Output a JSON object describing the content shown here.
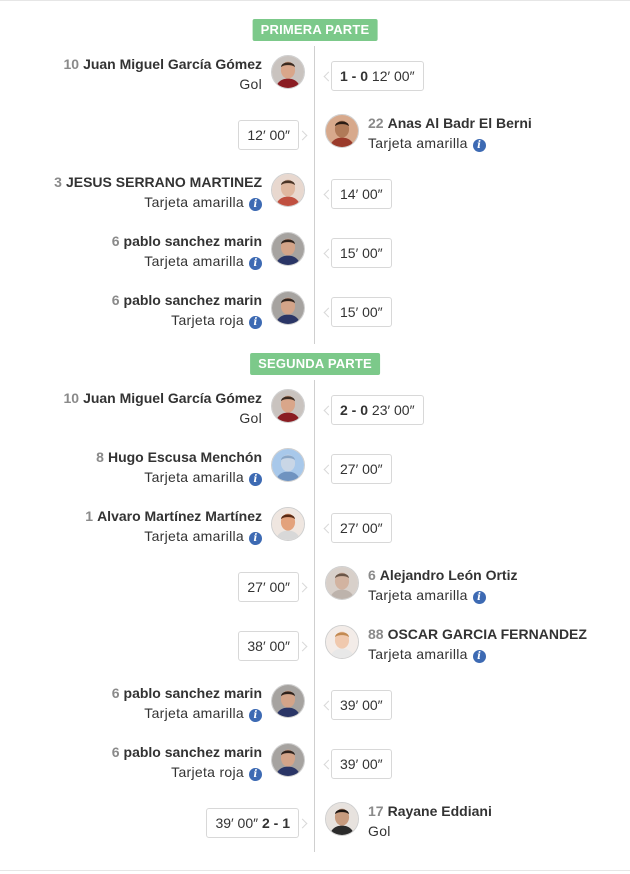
{
  "sections": [
    {
      "title": "PRIMERA PARTE",
      "events": [
        {
          "side": "left",
          "number": "10",
          "name": "Juan Miguel García Gómez",
          "type": "Gol",
          "time": "12′ 00″",
          "score": "1 - 0",
          "info": false,
          "avatar": {
            "skin": "#d9a68a",
            "hair": "#3a2a20",
            "shirt": "#8a1c22",
            "bg": "#c9c3bf"
          }
        },
        {
          "side": "right",
          "number": "22",
          "name": "Anas Al Badr El Berni",
          "type": "Tarjeta amarilla",
          "time": "12′ 00″",
          "score": "",
          "info": true,
          "avatar": {
            "skin": "#b07a58",
            "hair": "#2a1c14",
            "shirt": "#9a3a2a",
            "bg": "#d7a98c"
          }
        },
        {
          "side": "left",
          "number": "3",
          "name": "JESUS SERRANO MARTINEZ",
          "type": "Tarjeta amarilla",
          "time": "14′ 00″",
          "score": "",
          "info": true,
          "avatar": {
            "skin": "#e0b8a0",
            "hair": "#4a3426",
            "shirt": "#c05040",
            "bg": "#e8d8cf"
          }
        },
        {
          "side": "left",
          "number": "6",
          "name": "pablo sanchez marin",
          "type": "Tarjeta amarilla",
          "time": "15′ 00″",
          "score": "",
          "info": true,
          "avatar": {
            "skin": "#d3a489",
            "hair": "#2e221c",
            "shirt": "#2a3566",
            "bg": "#a6a3a0"
          }
        },
        {
          "side": "left",
          "number": "6",
          "name": "pablo sanchez marin",
          "type": "Tarjeta roja",
          "time": "15′ 00″",
          "score": "",
          "info": true,
          "avatar": {
            "skin": "#d3a489",
            "hair": "#2e221c",
            "shirt": "#2a3566",
            "bg": "#a6a3a0"
          }
        }
      ]
    },
    {
      "title": "SEGUNDA PARTE",
      "events": [
        {
          "side": "left",
          "number": "10",
          "name": "Juan Miguel García Gómez",
          "type": "Gol",
          "time": "23′ 00″",
          "score": "2 - 0",
          "info": false,
          "avatar": {
            "skin": "#d9a68a",
            "hair": "#3a2a20",
            "shirt": "#8a1c22",
            "bg": "#c9c3bf"
          }
        },
        {
          "side": "left",
          "number": "8",
          "name": "Hugo Escusa Menchón",
          "type": "Tarjeta amarilla",
          "time": "27′ 00″",
          "score": "",
          "info": true,
          "avatar": {
            "skin": "#c9d6e6",
            "hair": "#8aa6c6",
            "shirt": "#6f93c0",
            "bg": "#a8c8ea"
          }
        },
        {
          "side": "left",
          "number": "1",
          "name": "Alvaro Martínez Martínez",
          "type": "Tarjeta amarilla",
          "time": "27′ 00″",
          "score": "",
          "info": true,
          "avatar": {
            "skin": "#e3a27c",
            "hair": "#5a2a14",
            "shirt": "#d8d8d8",
            "bg": "#efe6e0"
          }
        },
        {
          "side": "right",
          "number": "6",
          "name": "Alejandro León Ortiz",
          "type": "Tarjeta amarilla",
          "time": "27′ 00″",
          "score": "",
          "info": true,
          "avatar": {
            "skin": "#d2b3a0",
            "hair": "#6a5648",
            "shirt": "#bdb3ac",
            "bg": "#d8d0ca"
          }
        },
        {
          "side": "right",
          "number": "88",
          "name": "OSCAR GARCIA FERNANDEZ",
          "type": "Tarjeta amarilla",
          "time": "38′ 00″",
          "score": "",
          "info": true,
          "avatar": {
            "skin": "#f0c9ae",
            "hair": "#c28a52",
            "shirt": "#e8e8e8",
            "bg": "#f3ece8"
          }
        },
        {
          "side": "left",
          "number": "6",
          "name": "pablo sanchez marin",
          "type": "Tarjeta amarilla",
          "time": "39′ 00″",
          "score": "",
          "info": true,
          "avatar": {
            "skin": "#d3a489",
            "hair": "#2e221c",
            "shirt": "#2a3566",
            "bg": "#a6a3a0"
          }
        },
        {
          "side": "left",
          "number": "6",
          "name": "pablo sanchez marin",
          "type": "Tarjeta roja",
          "time": "39′ 00″",
          "score": "",
          "info": true,
          "avatar": {
            "skin": "#d3a489",
            "hair": "#2e221c",
            "shirt": "#2a3566",
            "bg": "#a6a3a0"
          }
        },
        {
          "side": "right",
          "number": "17",
          "name": "Rayane Eddiani",
          "type": "Gol",
          "time": "39′ 00″",
          "score": "2 - 1",
          "info": false,
          "avatar": {
            "skin": "#c79b7e",
            "hair": "#1e1612",
            "shirt": "#2b2b2b",
            "bg": "#e7e2de"
          }
        }
      ]
    }
  ],
  "colors": {
    "section_badge": "#7cc98a",
    "info_icon": "#3d6ab3",
    "timeline": "#cfcfcf"
  },
  "icons": {
    "info": "info-icon",
    "avatar": "player-photo"
  }
}
